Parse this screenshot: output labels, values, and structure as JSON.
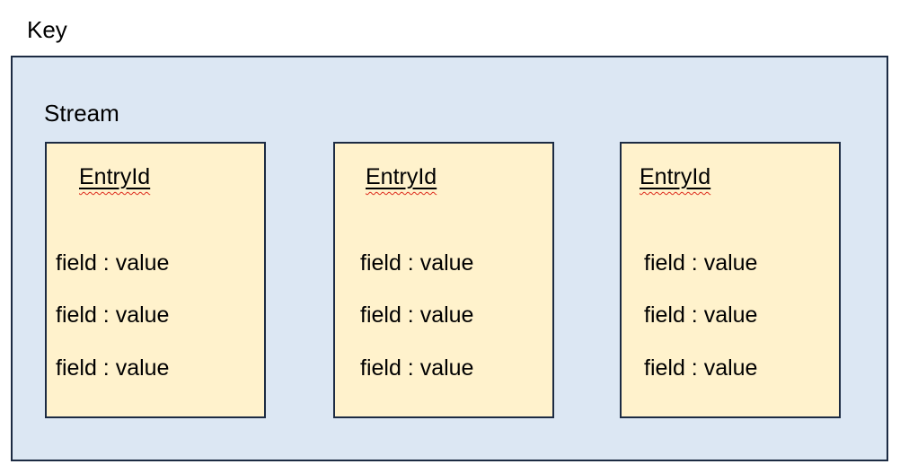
{
  "diagram": {
    "key_label": "Key",
    "stream": {
      "label": "Stream",
      "entries": [
        {
          "id_label": "EntryId",
          "fields": [
            "field : value",
            "field : value",
            "field : value"
          ]
        },
        {
          "id_label": "EntryId",
          "fields": [
            "field : value",
            "field : value",
            "field : value"
          ]
        },
        {
          "id_label": "EntryId",
          "fields": [
            "field : value",
            "field : value",
            "field : value"
          ]
        }
      ]
    },
    "colors": {
      "page_background": "#FFFFFF",
      "stream_fill": "#DCE7F3",
      "stream_border": "#1C2B43",
      "entry_fill": "#FFF2CC",
      "entry_border": "#1C2B43",
      "spellcheck_red": "#DD2B1C",
      "text": "#000000"
    }
  }
}
